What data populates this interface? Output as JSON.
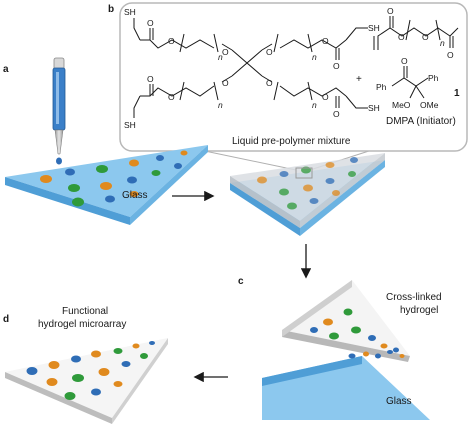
{
  "panels": {
    "a": "a",
    "b": "b",
    "c": "c",
    "d": "d"
  },
  "labels": {
    "glass_a": "Glass",
    "glass_c": "Glass",
    "prepolymer": "Liquid pre-polymer mixture",
    "crosslinked_line1": "Cross-linked",
    "crosslinked_line2": "hydrogel",
    "functional_line1": "Functional",
    "functional_line2": "hydrogel microarray"
  },
  "chemistry": {
    "sh": "SH",
    "o": "O",
    "n": "n",
    "plus": "+",
    "ph": "Ph",
    "meo": "MeO",
    "ome": "OMe",
    "compound_number": "1",
    "dmpa": "DMPA (Initiator)"
  },
  "colors": {
    "glass_top": "#8cc8ee",
    "glass_side": "#4f9ed6",
    "gel_top": "#f4f4f4",
    "gel_side": "#b8b8b8",
    "spot_blue": "#2f6db6",
    "spot_orange": "#e08a1e",
    "spot_green": "#2f9a3a",
    "pipette": "#3a7fc8",
    "callout": "#bfbfbf"
  }
}
